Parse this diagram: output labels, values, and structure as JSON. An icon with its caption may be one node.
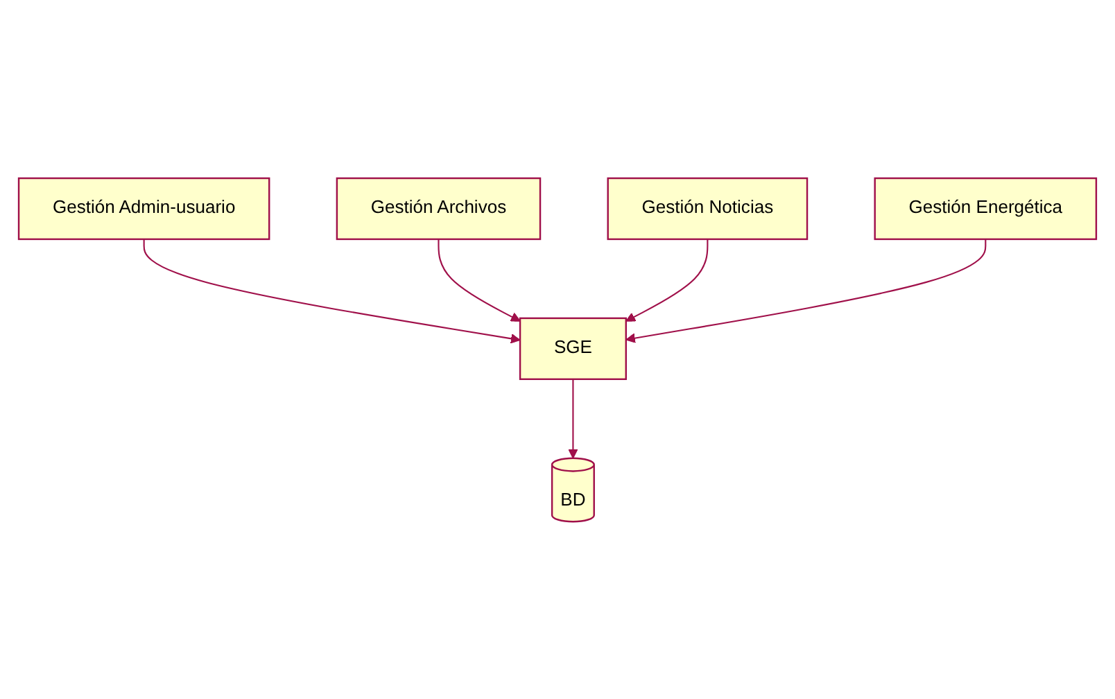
{
  "diagram": {
    "nodes": [
      {
        "text": [
          "Gestión Admin-usuario"
        ]
      },
      {
        "text": [
          "Gestión Archivos"
        ]
      },
      {
        "text": [
          "SGE"
        ]
      },
      {
        "text": [
          "Gestión Noticias"
        ]
      },
      {
        "text": [
          "Gestión Energética"
        ]
      },
      {
        "text": [
          "BD"
        ]
      }
    ],
    "edges": [
      {
        "from": 0,
        "to": 2,
        "arrow": "to"
      },
      {
        "from": 1,
        "to": 2,
        "arrow": "to"
      },
      {
        "from": 3,
        "to": 2,
        "arrow": "to"
      },
      {
        "from": 4,
        "to": 2,
        "arrow": "to"
      },
      {
        "from": 2,
        "to": 5,
        "arrow": "to"
      }
    ]
  }
}
